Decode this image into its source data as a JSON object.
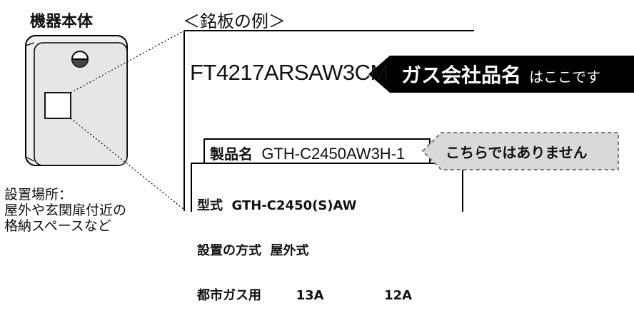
{
  "device": {
    "title": "機器本体",
    "location_note": [
      "設置場所：",
      "屋外や玄関扉付近の",
      "格納スペースなど"
    ]
  },
  "nameplate": {
    "title": "＜銘板の例＞",
    "serial": "FT4217ARSAW3CM",
    "product_name_label": "製品名",
    "product_name_value": "GTH-C2450AW3H-1",
    "model_line": "型式  GTH-C2450(S)AW",
    "install_line": "設置の方式  屋外式",
    "gas_line_label": "都市ガス用",
    "gas_value_1": "13A",
    "gas_value_2": "12A"
  },
  "callouts": {
    "gas_company_strong": "ガス会社品名",
    "gas_company_suffix": "はここです",
    "not_here": "こちらではありません"
  },
  "colors": {
    "black_arrow": "#000000",
    "dashed_arrow_fill": "#d9d9d9",
    "device_fill": "#e8e8e8"
  }
}
